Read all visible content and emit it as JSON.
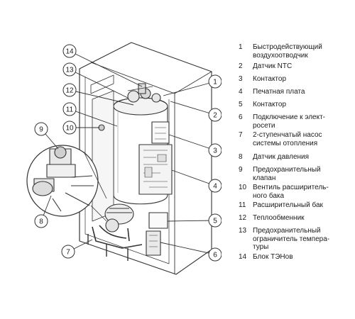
{
  "diagram": {
    "callouts": [
      {
        "number": "1"
      },
      {
        "number": "2"
      },
      {
        "number": "3"
      },
      {
        "number": "4"
      },
      {
        "number": "5"
      },
      {
        "number": "6"
      },
      {
        "number": "7"
      },
      {
        "number": "8"
      },
      {
        "number": "9"
      },
      {
        "number": "10"
      },
      {
        "number": "11"
      },
      {
        "number": "12"
      },
      {
        "number": "13"
      },
      {
        "number": "14"
      }
    ]
  },
  "legend": {
    "items": [
      {
        "number": "1",
        "text": "Быстродействующий\nвоздухоотводчик"
      },
      {
        "number": "2",
        "text": "Датчик NTC"
      },
      {
        "number": "3",
        "text": "Контактор"
      },
      {
        "number": "4",
        "text": "Печатная плата"
      },
      {
        "number": "5",
        "text": "Контактор"
      },
      {
        "number": "6",
        "text": "Подключение к элект-\nросети"
      },
      {
        "number": "7",
        "text": "2-ступенчатый насос\nсистемы отопления"
      },
      {
        "number": "8",
        "text": "Датчик давления"
      },
      {
        "number": "9",
        "text": "Предохранительный\nклапан"
      },
      {
        "number": "10",
        "text": "Вентиль расширитель-\nного бака"
      },
      {
        "number": "11",
        "text": "Расширительный бак"
      },
      {
        "number": "12",
        "text": "Теплообменник"
      },
      {
        "number": "13",
        "text": "Предохранительный\nограничитель темпера-\nтуры"
      },
      {
        "number": "14",
        "text": "Блок ТЭНов"
      }
    ]
  }
}
